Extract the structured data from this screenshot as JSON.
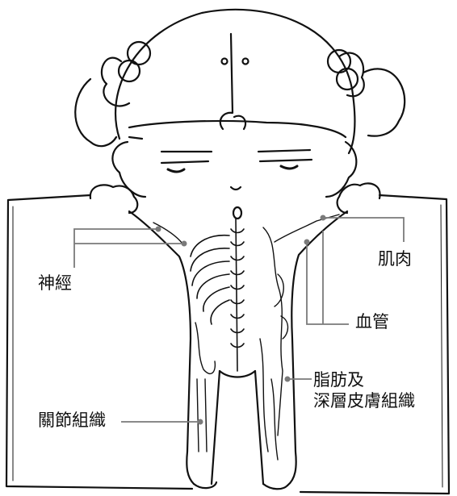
{
  "labels": {
    "nerves": "神經",
    "muscle": "肌肉",
    "blood_vessels": "血管",
    "fat_line1": "脂肪及",
    "fat_line2": "深層皮膚組織",
    "joint_tissue": "關節組織"
  },
  "colors": {
    "line": "#111111",
    "leader": "#7a7a7a",
    "background": "#ffffff"
  }
}
